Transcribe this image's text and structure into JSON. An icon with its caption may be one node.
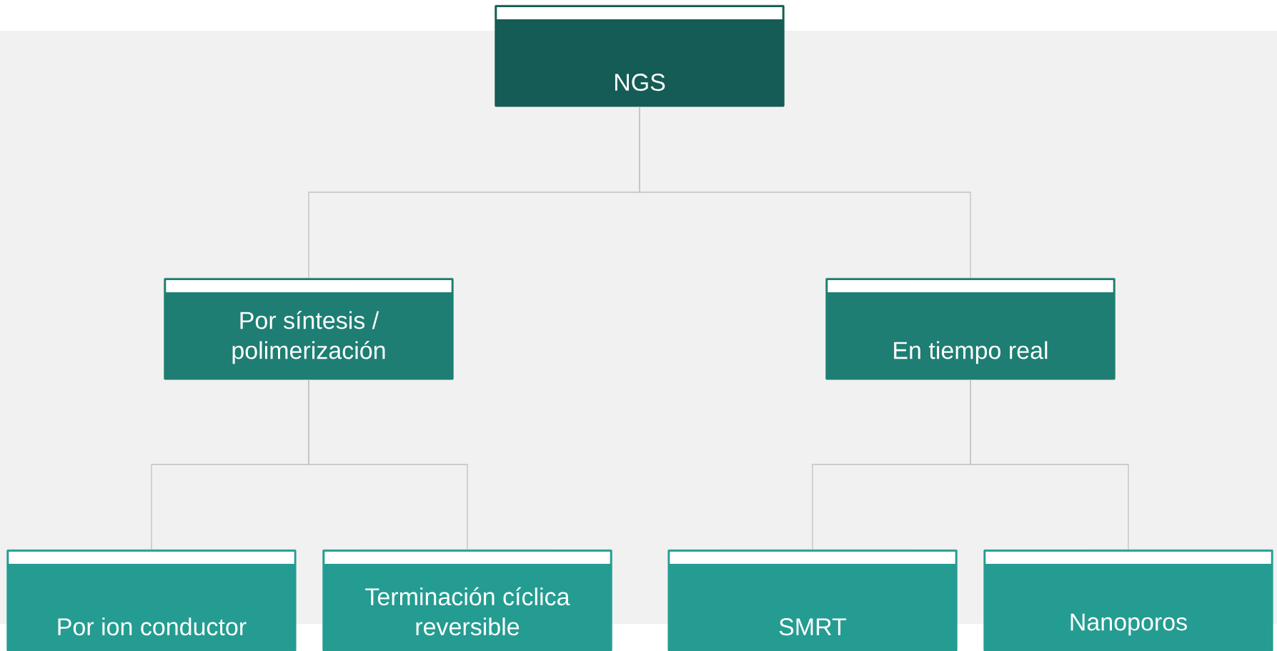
{
  "diagram": {
    "nodes": [
      {
        "text": [
          "NGS"
        ]
      },
      {
        "text": [
          "Por síntesis / polimerización"
        ]
      },
      {
        "text": [
          "En tiempo real"
        ]
      },
      {
        "text": [
          "Por  ion conductor"
        ]
      },
      {
        "text": [
          "Terminación cíclica reversible"
        ]
      },
      {
        "text": [
          "SMRT"
        ]
      },
      {
        "text": [
          "Nanoporos"
        ]
      }
    ],
    "edges": [
      {
        "from": 0,
        "to": 1,
        "arrow": "none"
      },
      {
        "from": 0,
        "to": 2,
        "arrow": "none"
      },
      {
        "from": 1,
        "to": 3,
        "arrow": "none"
      },
      {
        "from": 1,
        "to": 4,
        "arrow": "none"
      },
      {
        "from": 2,
        "to": 5,
        "arrow": "none"
      },
      {
        "from": 2,
        "to": 6,
        "arrow": "none"
      }
    ]
  }
}
